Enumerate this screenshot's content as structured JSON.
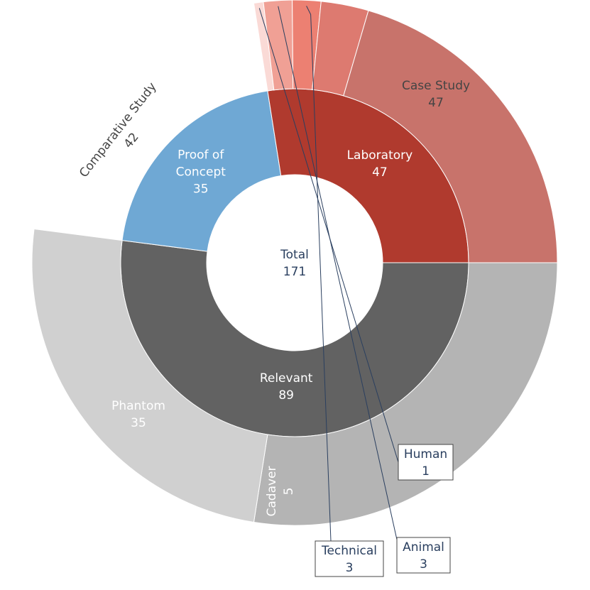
{
  "chart_data": {
    "type": "sunburst",
    "title": "",
    "root": {
      "label": "Total",
      "value": 171
    },
    "segments": [
      {
        "label": "Relevant",
        "value": 89,
        "color": "#626262",
        "text_color": "#ffffff",
        "children": [
          {
            "label": "Case Study",
            "value": 47,
            "color": "#b4b4b4",
            "text_color": "#444444"
          },
          {
            "label": "Comparative Study",
            "value": 42,
            "color": "#d0d0d0",
            "text_color": "#444444"
          }
        ]
      },
      {
        "label": "Proof of Concept",
        "value": 35,
        "color": "#6fa8d4",
        "text_color": "#ffffff",
        "children": []
      },
      {
        "label": "Laboratory",
        "value": 47,
        "color": "#b03a2e",
        "text_color": "#ffffff",
        "children": [
          {
            "label": "Human",
            "value": 1,
            "color": "#fadad6",
            "text_color": "#2a3f5f"
          },
          {
            "label": "Animal",
            "value": 3,
            "color": "#f0a095",
            "text_color": "#2a3f5f"
          },
          {
            "label": "Technical",
            "value": 3,
            "color": "#ec8072",
            "text_color": "#2a3f5f"
          },
          {
            "label": "Cadaver",
            "value": 5,
            "color": "#dd7a70",
            "text_color": "#ffffff"
          },
          {
            "label": "Phantom",
            "value": 35,
            "color": "#c8736b",
            "text_color": "#ffffff"
          }
        ]
      }
    ]
  }
}
